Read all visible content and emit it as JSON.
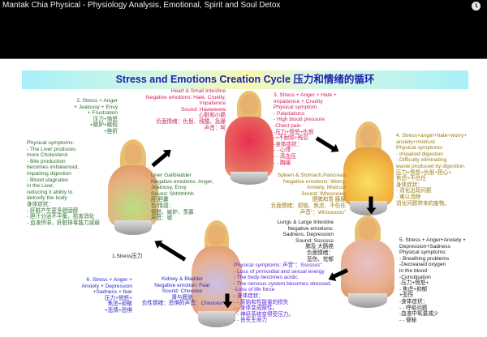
{
  "video": {
    "title": "Mantak Chia Physical - Physiology Analysis, Emotional, Spirit and Soul Detox",
    "watch_later_icon": "clock-icon"
  },
  "slide": {
    "title": "Stress and Emotions Creation Cycle  压力和情绪的循环",
    "stage1": "1.Stress压力",
    "stage2": "2. Stress + Anger\n+ Jealousy + Envy\n+ Frustration\n压力+恼怒\n+嫉妒+嫉假\n+挫折",
    "liver_symptoms": "Physical symptoms:\n- The Liver produces\n   more Cholesterol\n- Bile production\n   becomes imbalanced,\n   impairing digestion\n- Blood stagnates\n   in the Liver,\n   reducing it ability to\n   detoxify the body\n身体症状：\n- 肝脏产生更多胆固醇\n- 胆汁分泌不平衡，损害消化\n- 血液停滞，肝脏排毒能力减弱",
    "liver_organ": "Liver Gallbladder\nNegative emotions: Anger,\nJealousy, Envy\nSound: Shhhhhhh\n肝  胆囊\n负 情感：\n愤怒、嫉妒、羡慕\n声音：嘘",
    "heart_organ": "Heart & Small Intestine\nNegative emotions: Hate, Cruelty,\nImpatience\nSound: Hawwwww\n心脏和小肠\n负面情绪：仇恨、残酷、急躁\n声音：呵",
    "stage3": "3. Stress + Anger + Hate +\nImpatience + Cruelty\nPhysical symptom\n- Palpitations\n- High blood pressure\n-Chest pain\n-压力+愤怒+仇恨\n-+不耐烦+残忍\n-身体症状：\n- - 心悸\n- - 高血压\n- - 胸痛",
    "spleen_organ": "Spleen & Stomach,Pancreas\nNegative emotions: Worry,\nAnxiety, Mistrust\nSound: Whoooooo\n健脾和胃  胰腺\n负面情绪：烦恼、焦虑、不信任\n声音\"：Whoooooo\"",
    "stage4": "4. Stress+anger+hate+worry+\nanxiety+mistrust\nPhysical symptoms:\n- Impaired digestion\n- Difficulty eliminating\nwaste produced by digestion.\n压力+愤怒+仇恨+担心+\n焦虑+不信任\n身体症状：\n- 消化出现问题\n- 难以消除\n  消化问题带来的废物。",
    "lungs_organ": "Lungs & Large Intestine\nNegative emotions:\nSadness, Depression\nSound: Sssssss\n肺及  大肠癌\n负面情绪：\n悲伤、忧郁",
    "kidney_symptoms": "Physical symptoms:  声音\"：Sssssss\"\n- Loss of primordial and sexual energy\n- The body becomes acidic.\n- The nervous system becomes stressed.\n-Loss of life force\n- 身体症状：\n- - 原始和性能量的损失\n- - 身体变成酸性。\n- - 神经系统变得受压力。\n- - 丧失生命力",
    "stage5": "5. Stress + Anger+Anxiety +\nDepression+Sadness\nPhysical symptoms:\n- Breathing problems\n-Decreased oxygen\nin the blood\n-Constipation\n-压力+愤怒+\n- 焦虑+抑郁\n+悲伤\n-身体症状：\n- - 呼吸问题\n-血液中氧量减少\n- - 便秘",
    "kidney_organ": "Kidney & Bladder\nNegative emotion: Fear\nSound: Chooooo\n肾与膀胱\n负性情绪：恐惧的声音：Chooooo",
    "stage6": "6. Stress + Anger +\nAnxiety + Depression\n+Sadness + fear\n压力+愤怒+\n焦虑+抑郁\n+悲情+恐惧"
  }
}
